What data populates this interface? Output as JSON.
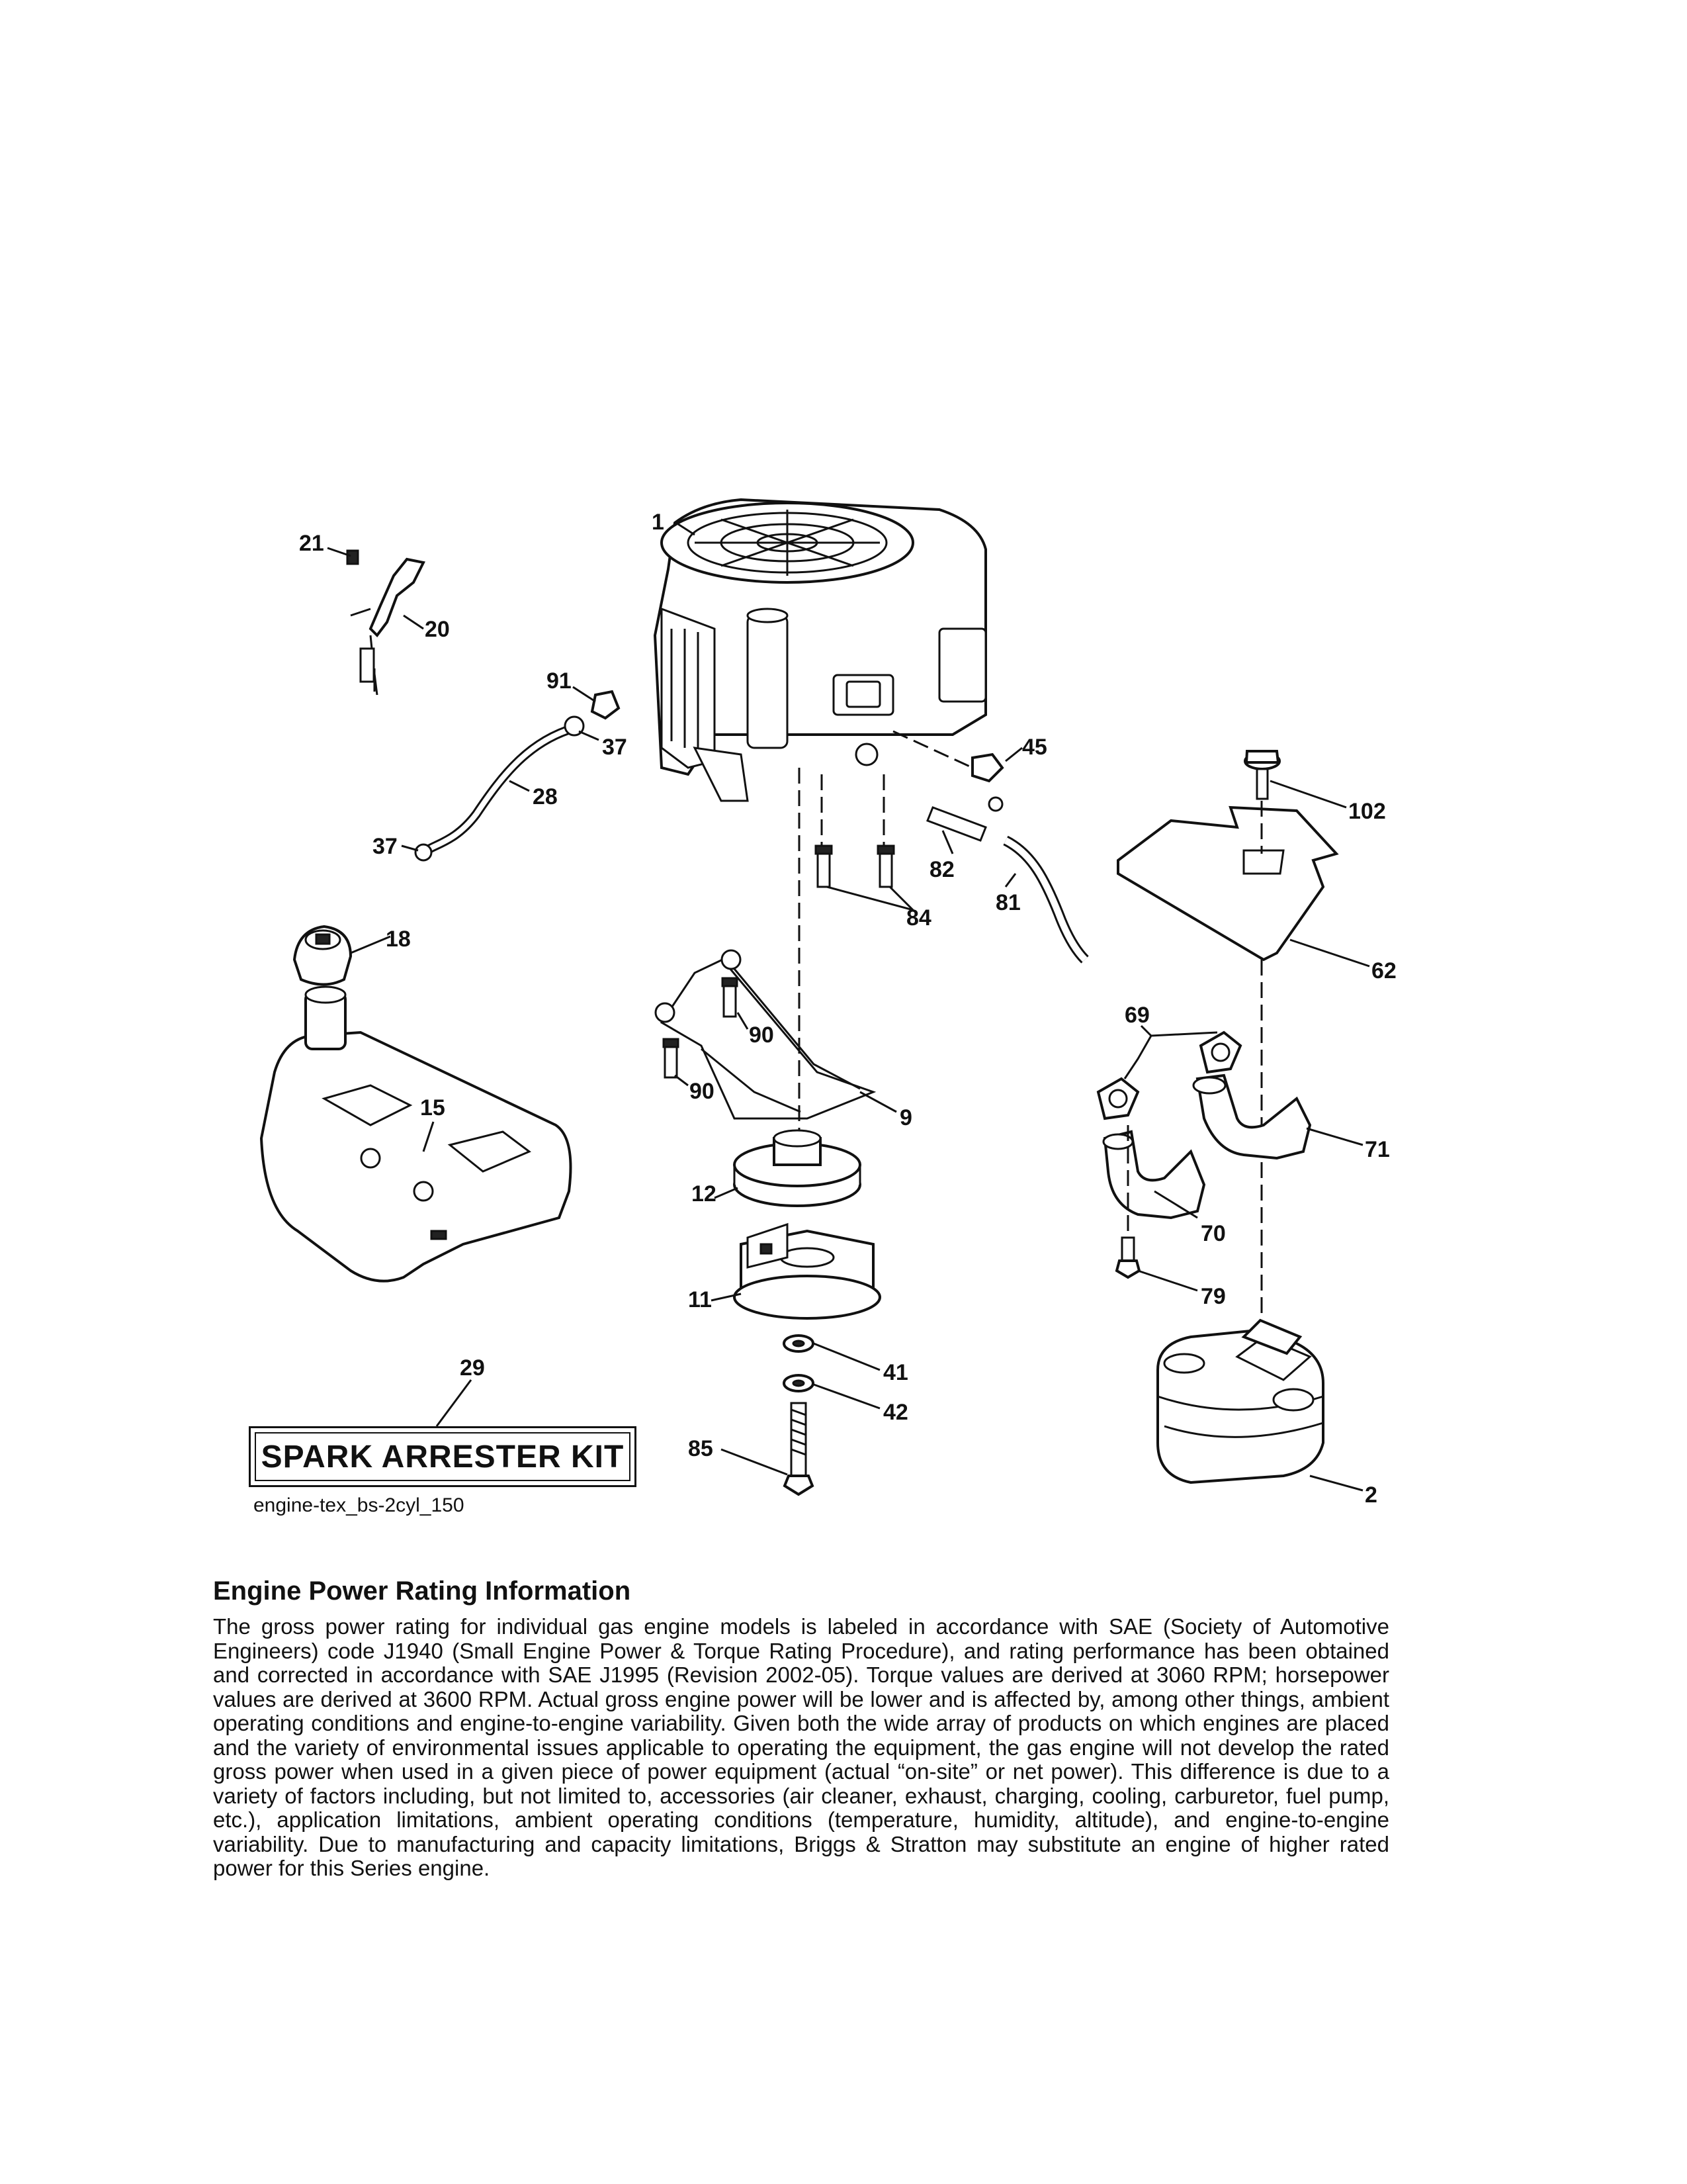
{
  "diagram": {
    "id_label": "engine-tex_bs-2cyl_150",
    "kit_label": "SPARK ARRESTER KIT",
    "callouts": [
      {
        "key": "1",
        "text": "1"
      },
      {
        "key": "2",
        "text": "2"
      },
      {
        "key": "9",
        "text": "9"
      },
      {
        "key": "11",
        "text": "11"
      },
      {
        "key": "12",
        "text": "12"
      },
      {
        "key": "15",
        "text": "15"
      },
      {
        "key": "18",
        "text": "18"
      },
      {
        "key": "20",
        "text": "20"
      },
      {
        "key": "21",
        "text": "21"
      },
      {
        "key": "28",
        "text": "28"
      },
      {
        "key": "29",
        "text": "29"
      },
      {
        "key": "37a",
        "text": "37"
      },
      {
        "key": "37b",
        "text": "37"
      },
      {
        "key": "41",
        "text": "41"
      },
      {
        "key": "42",
        "text": "42"
      },
      {
        "key": "45",
        "text": "45"
      },
      {
        "key": "62",
        "text": "62"
      },
      {
        "key": "69",
        "text": "69"
      },
      {
        "key": "70",
        "text": "70"
      },
      {
        "key": "71",
        "text": "71"
      },
      {
        "key": "79",
        "text": "79"
      },
      {
        "key": "81",
        "text": "81"
      },
      {
        "key": "82",
        "text": "82"
      },
      {
        "key": "84",
        "text": "84"
      },
      {
        "key": "85",
        "text": "85"
      },
      {
        "key": "90a",
        "text": "90"
      },
      {
        "key": "90b",
        "text": "90"
      },
      {
        "key": "91",
        "text": "91"
      },
      {
        "key": "102",
        "text": "102"
      }
    ]
  },
  "info": {
    "title": "Engine Power Rating Information",
    "body": "The gross power rating for individual gas engine models is labeled in accordance with SAE (Society of Automotive Engineers) code J1940 (Small Engine Power & Torque Rating Procedure), and rating performance has been obtained and corrected in accordance with SAE J1995 (Revision 2002-05). Torque values are derived at 3060 RPM; horsepower values are derived at 3600 RPM. Actual gross engine power will be lower and is affected by, among other things, ambient operating conditions and engine-to-engine variability. Given both the wide array of products on which engines are placed and the variety of environmental issues applicable to operating the equipment, the gas engine will not develop the rated gross power when used in a given piece of power equipment (actual “on-site” or net power). This difference is due to a variety of factors including, but not limited to, accessories (air cleaner, exhaust, charging, cooling, carburetor, fuel pump, etc.), application limitations, ambient operating conditions (temperature, humidity, altitude), and engine-to-engine variability. Due to manufacturing and capacity limitations, Briggs & Stratton may substitute an engine of higher rated power for this Series engine."
  }
}
